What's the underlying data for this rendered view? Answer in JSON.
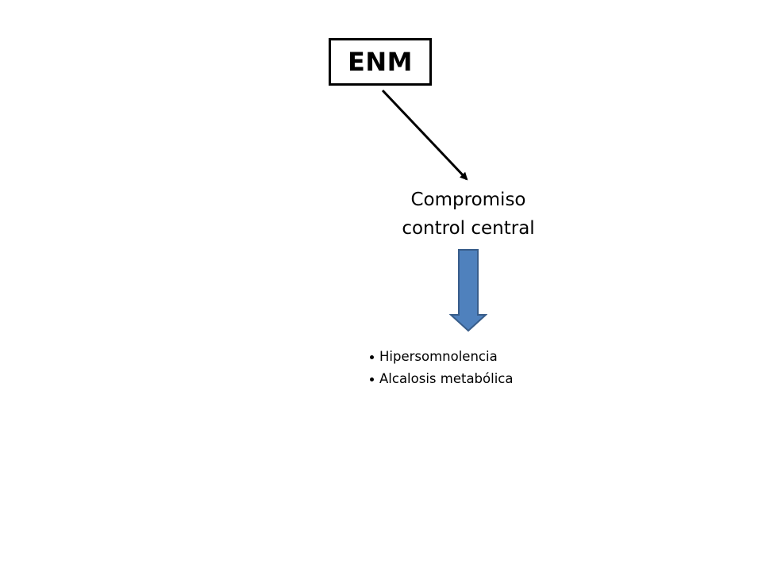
{
  "diagram": {
    "root": {
      "label": "ENM"
    },
    "node": {
      "lines": [
        "Compromiso",
        "control central"
      ]
    },
    "bullets": [
      "Hipersomnolencia",
      "Alcalosis metabólica"
    ],
    "colors": {
      "block_arrow_fill": "#4f81bd",
      "block_arrow_stroke": "#385d8a",
      "connector": "#000000",
      "text": "#000000"
    },
    "icons": {
      "connector": "diagonal-arrow",
      "down": "block-arrow-down"
    }
  }
}
